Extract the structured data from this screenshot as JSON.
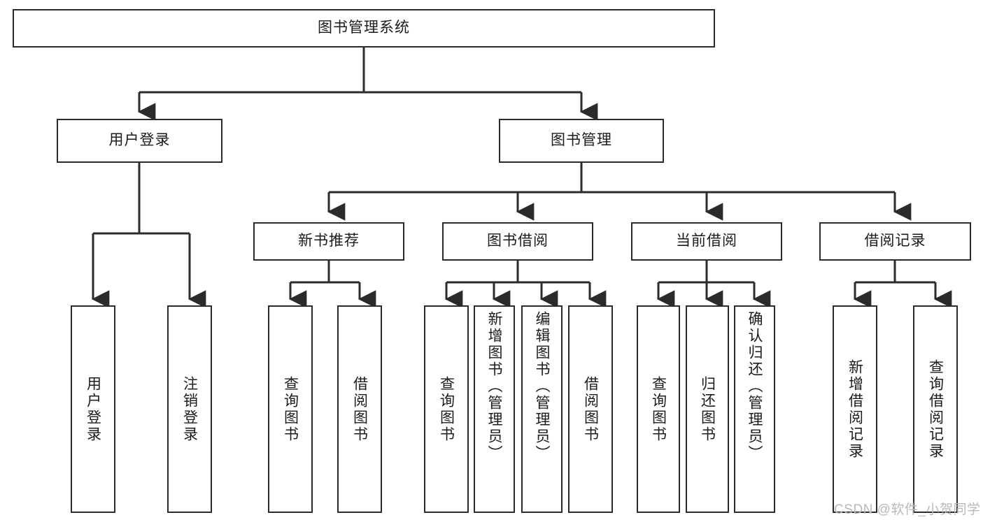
{
  "diagram": {
    "type": "tree-hierarchy-chart",
    "title": "图书管理系统",
    "watermark": "CSDN @软件_小贺同学",
    "colors": {
      "box_border": "#2b2b2b",
      "box_fill": "#ffffff",
      "connector": "#2b2b2b",
      "text": "#1b1b1b",
      "watermark": "#b9b9b9",
      "background": "#ffffff"
    },
    "levels": {
      "root": "图书管理系统",
      "level2": [
        "用户登录",
        "图书管理"
      ],
      "level3": [
        "新书推荐",
        "图书借阅",
        "当前借阅",
        "借阅记录"
      ],
      "level4": [
        "用户登录",
        "注销登录",
        "查询图书",
        "借阅图书",
        "查询图书",
        "新增图书（管理员）",
        "编辑图书（管理员）",
        "借阅图书",
        "查询图书",
        "归还图书",
        "确认归还（管理员）",
        "新增借阅记录",
        "查询借阅记录"
      ]
    },
    "nodes": {
      "root": {
        "label": "图书管理系统"
      },
      "user_login": {
        "label": "用户登录"
      },
      "book_manage": {
        "label": "图书管理"
      },
      "new_book_rec": {
        "label": "新书推荐"
      },
      "book_borrow": {
        "label": "图书借阅"
      },
      "current_borrow": {
        "label": "当前借阅"
      },
      "borrow_record": {
        "label": "借阅记录"
      },
      "leaf_user_login": {
        "label": "用户登录"
      },
      "leaf_user_logout": {
        "label": "注销登录"
      },
      "leaf_rec_query": {
        "label": "查询图书"
      },
      "leaf_rec_borrow": {
        "label": "借阅图书"
      },
      "leaf_borrow_query": {
        "label": "查询图书"
      },
      "leaf_borrow_add": {
        "label": "新增图书（管理员）"
      },
      "leaf_borrow_edit": {
        "label": "编辑图书（管理员）"
      },
      "leaf_borrow_lend": {
        "label": "借阅图书"
      },
      "leaf_cur_query": {
        "label": "查询图书"
      },
      "leaf_cur_return": {
        "label": "归还图书"
      },
      "leaf_cur_confirm": {
        "label": "确认归还（管理员）"
      },
      "leaf_rec_add": {
        "label": "新增借阅记录"
      },
      "leaf_rec_query2": {
        "label": "查询借阅记录"
      }
    }
  }
}
